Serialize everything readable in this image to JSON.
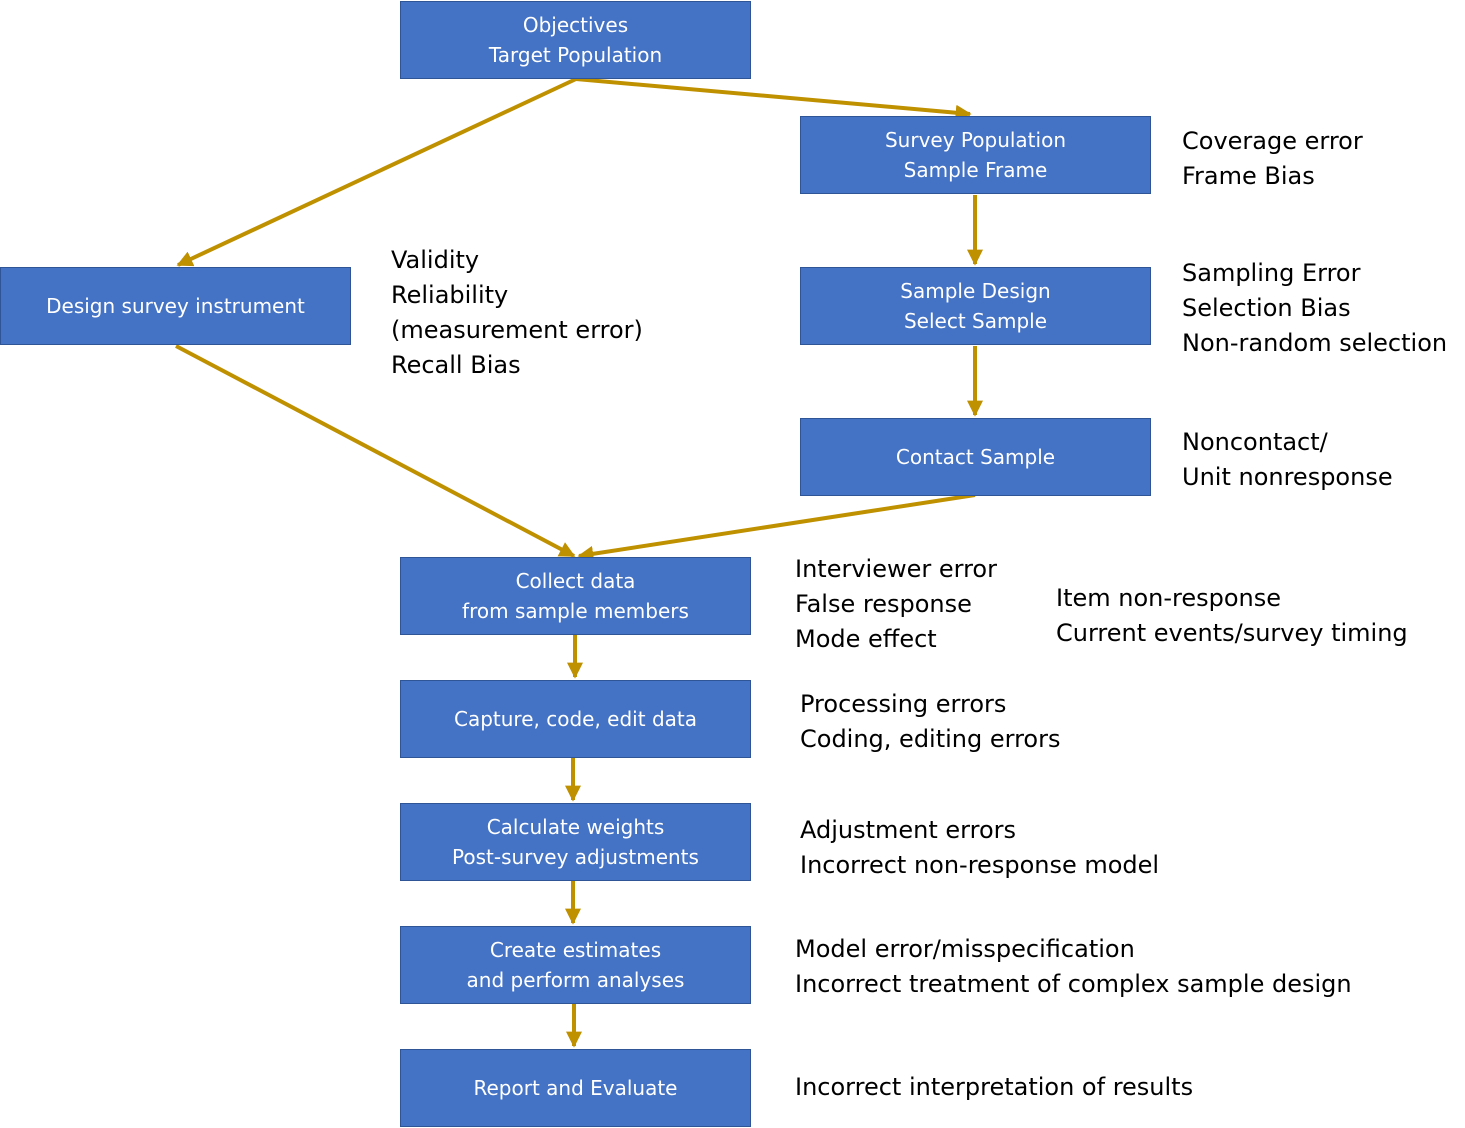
{
  "colors": {
    "box_fill": "#4472c4",
    "box_border": "#2f5597",
    "box_text": "#ffffff",
    "arrow": "#bf9000",
    "note_text": "#000000"
  },
  "boxes": {
    "objectives": {
      "line1": "Objectives",
      "line2": "Target Population"
    },
    "survey_population": {
      "line1": "Survey Population",
      "line2": "Sample Frame"
    },
    "design_instrument": {
      "line1": "Design survey instrument"
    },
    "sample_design": {
      "line1": "Sample Design",
      "line2": "Select Sample"
    },
    "contact_sample": {
      "line1": "Contact Sample"
    },
    "collect_data": {
      "line1": "Collect data",
      "line2": "from sample members"
    },
    "capture_data": {
      "line1": "Capture, code, edit data"
    },
    "calculate_weights": {
      "line1": "Calculate weights",
      "line2": "Post-survey adjustments"
    },
    "create_estimates": {
      "line1": "Create estimates",
      "line2": "and perform analyses"
    },
    "report": {
      "line1": "Report and Evaluate"
    }
  },
  "notes": {
    "coverage": [
      "Coverage error",
      "Frame Bias"
    ],
    "instrument": [
      "Validity",
      "Reliability",
      "(measurement error)",
      "Recall Bias"
    ],
    "sampling": [
      "Sampling Error",
      "Selection Bias",
      "Non-random selection"
    ],
    "contact": [
      "Noncontact/",
      "Unit nonresponse"
    ],
    "collection": [
      "Interviewer error",
      "False response",
      "Mode effect"
    ],
    "item": [
      "Item non-response",
      "Current events/survey timing"
    ],
    "processing": [
      "Processing errors",
      "Coding, editing errors"
    ],
    "adjustment": [
      "Adjustment errors",
      "Incorrect non-response model"
    ],
    "model": [
      "Model error/misspecification",
      "Incorrect treatment of complex sample design"
    ],
    "interpretation": [
      "Incorrect interpretation of results"
    ]
  },
  "connections": [
    {
      "from": "objectives",
      "to": "survey_population"
    },
    {
      "from": "objectives",
      "to": "design_instrument"
    },
    {
      "from": "survey_population",
      "to": "sample_design"
    },
    {
      "from": "sample_design",
      "to": "contact_sample"
    },
    {
      "from": "design_instrument",
      "to": "collect_data"
    },
    {
      "from": "contact_sample",
      "to": "collect_data"
    },
    {
      "from": "collect_data",
      "to": "capture_data"
    },
    {
      "from": "capture_data",
      "to": "calculate_weights"
    },
    {
      "from": "calculate_weights",
      "to": "create_estimates"
    },
    {
      "from": "create_estimates",
      "to": "report"
    }
  ]
}
